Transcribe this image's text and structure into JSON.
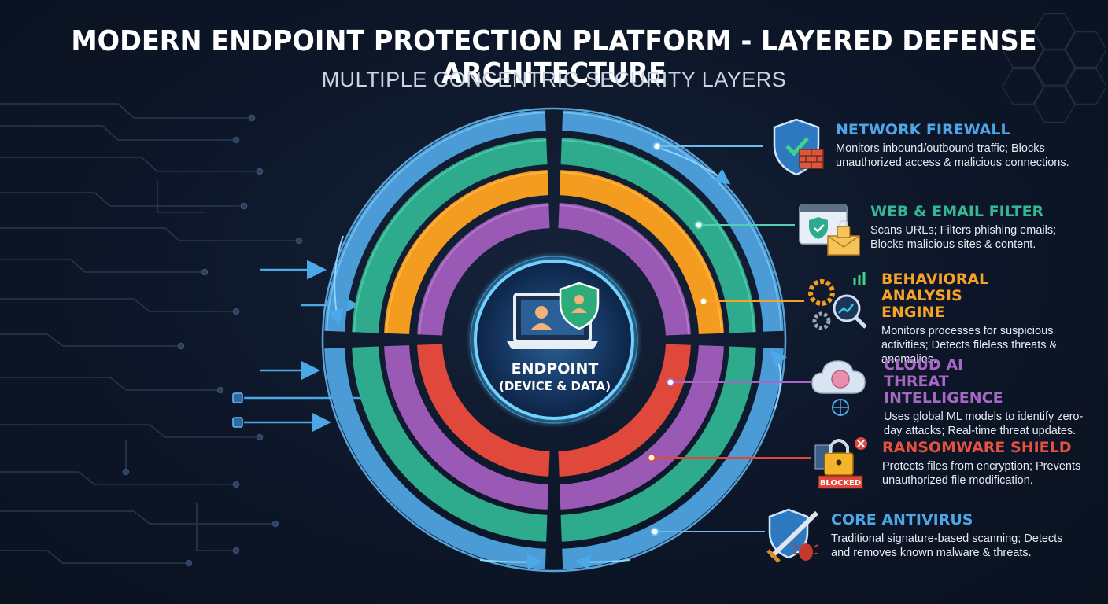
{
  "header": {
    "title": "MODERN ENDPOINT PROTECTION PLATFORM - LAYERED DEFENSE ARCHITECTURE",
    "subtitle": "MULTIPLE CONCENTRIC SECURITY LAYERS"
  },
  "center": {
    "title": "ENDPOINT",
    "subtitle": "(DEVICE & DATA)"
  },
  "layers": [
    {
      "title": "NETWORK FIREWALL",
      "description": "Monitors inbound/outbound traffic; Blocks unauthorized access & malicious connections.",
      "color": "#4a9bd6",
      "icon": "shield-firewall-icon"
    },
    {
      "title": "WEB & EMAIL FILTER",
      "description": "Scans URLs; Filters phishing emails; Blocks malicious sites & content.",
      "color": "#2eab8c",
      "icon": "browser-email-icon"
    },
    {
      "title": "BEHAVIORAL ANALYSIS ENGINE",
      "description": "Monitors processes for suspicious activities; Detects fileless threats & anomalies.",
      "color": "#f39c1f",
      "icon": "gears-magnifier-icon"
    },
    {
      "title": "CLOUD AI THREAT INTELLIGENCE",
      "description": "Uses global ML models to identify zero-day attacks; Real-time threat updates.",
      "color": "#9b59b6",
      "icon": "cloud-brain-icon"
    },
    {
      "title": "RANSOMWARE SHIELD",
      "description": "Protects files from encryption; Prevents unauthorized file modification.",
      "color": "#e0483b",
      "icon": "padlock-blocked-icon",
      "badge": "BLOCKED"
    },
    {
      "title": "CORE ANTIVIRUS",
      "description": "Traditional signature-based scanning; Detects and removes known malware & threats.",
      "color": "#4a9bd6",
      "icon": "shield-sword-bug-icon"
    }
  ]
}
